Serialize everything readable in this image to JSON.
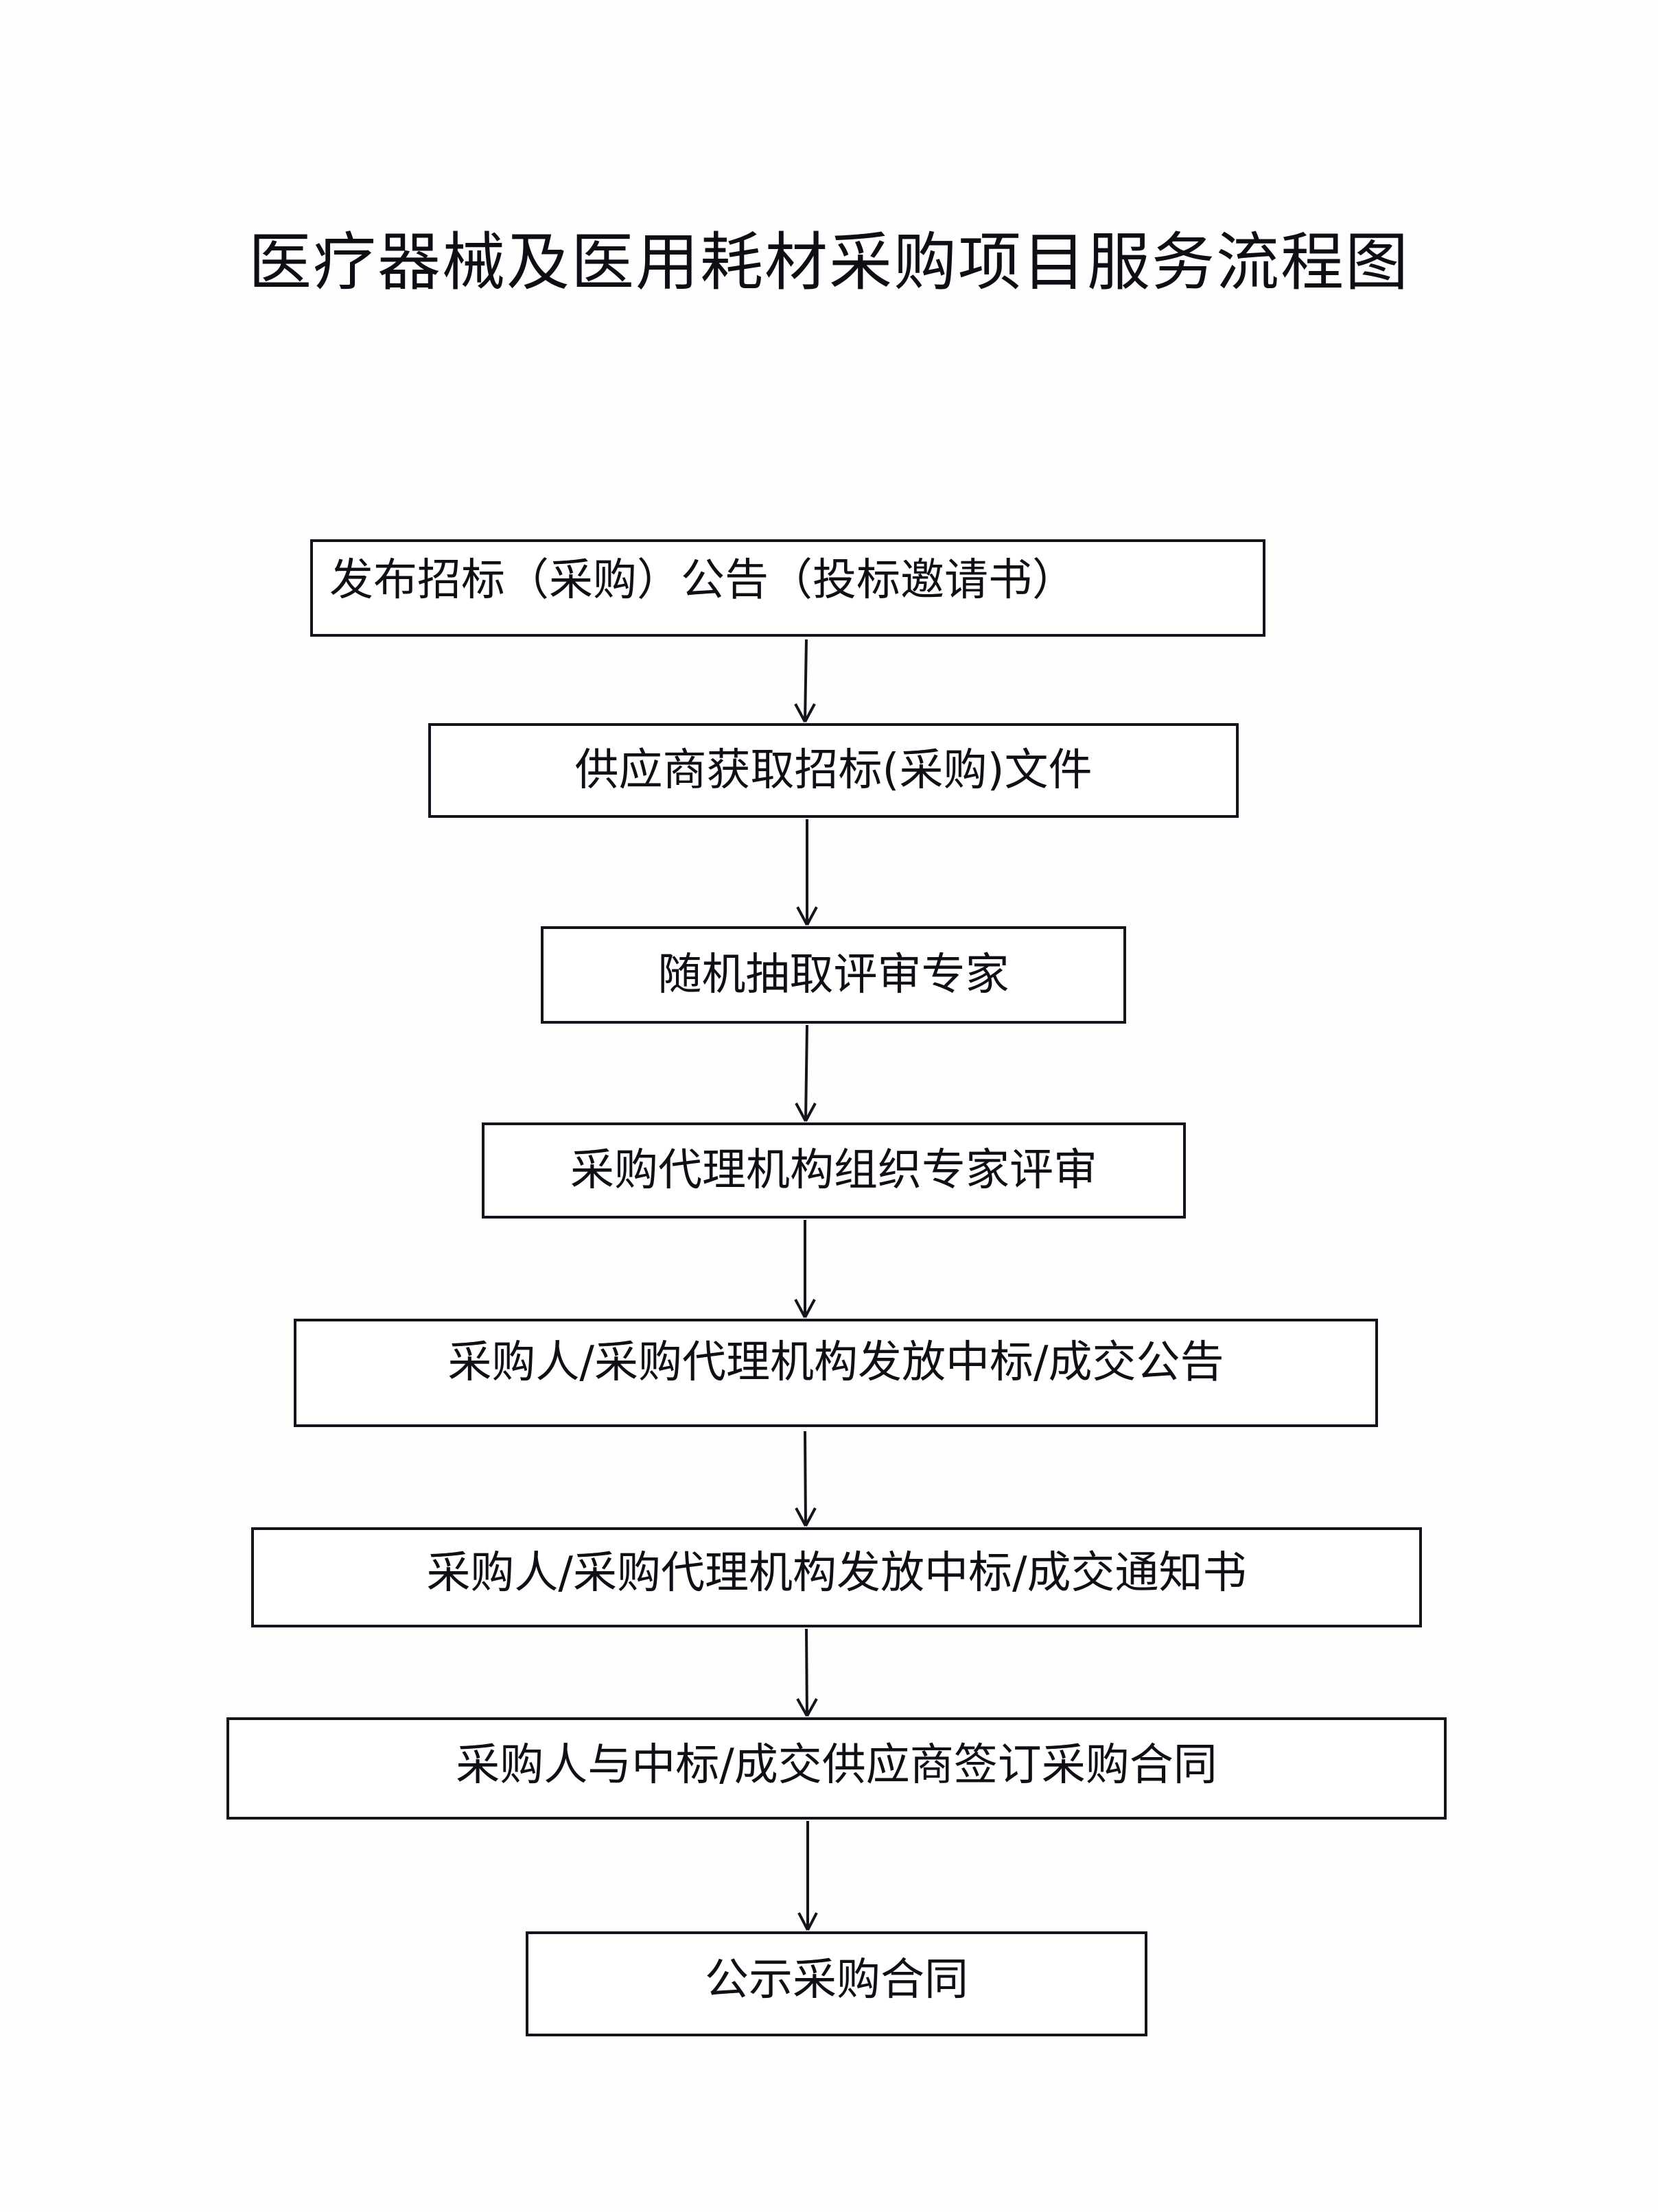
{
  "document": {
    "title": "医疗器械及医用耗材采购项目服务流程图"
  },
  "flowchart": {
    "steps": [
      {
        "label": "发布招标（采购）公告（投标邀请书）"
      },
      {
        "label": "供应商获取招标(采购)文件"
      },
      {
        "label": "随机抽取评审专家"
      },
      {
        "label": "采购代理机构组织专家评审"
      },
      {
        "label": "采购人/采购代理机构发放中标/成交公告"
      },
      {
        "label": "采购人/采购代理机构发放中标/成交通知书"
      },
      {
        "label": "采购人与中标/成交供应商签订采购合同"
      },
      {
        "label": "公示采购合同"
      }
    ],
    "connector": "down-arrow",
    "colors": {
      "line": "#14141c",
      "text": "#0f0f16",
      "background": "#fefefe"
    }
  }
}
